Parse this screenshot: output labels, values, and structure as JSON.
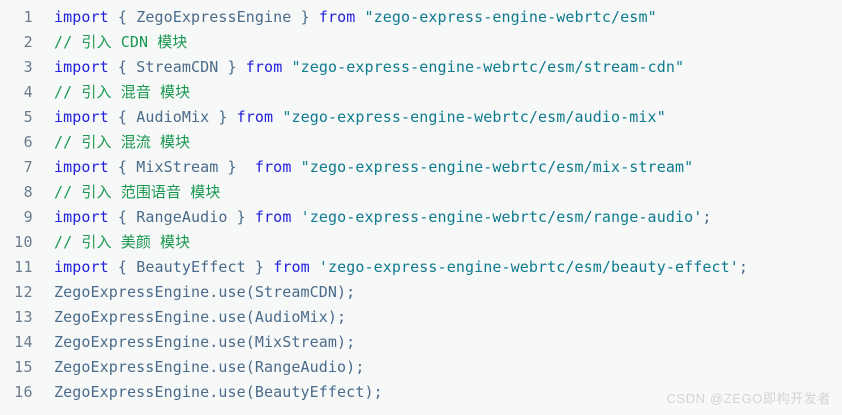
{
  "editor": {
    "background_color": "#f7f8f8",
    "gutter_color": "#6a7b8c",
    "colors": {
      "keyword": "#2222dd",
      "identifier": "#4a6b8a",
      "string": "#0f7b8f",
      "comment": "#1a9850",
      "plain": "#4a6b8a"
    },
    "lines": [
      {
        "number": "1",
        "tokens": [
          {
            "t": "kw",
            "v": "import"
          },
          {
            "t": "punct",
            "v": " { "
          },
          {
            "t": "id",
            "v": "ZegoExpressEngine"
          },
          {
            "t": "punct",
            "v": " } "
          },
          {
            "t": "kw",
            "v": "from"
          },
          {
            "t": "plain",
            "v": " "
          },
          {
            "t": "str",
            "v": "\"zego-express-engine-webrtc/esm\""
          }
        ]
      },
      {
        "number": "2",
        "tokens": [
          {
            "t": "comment",
            "v": "// 引入 CDN 模块"
          }
        ]
      },
      {
        "number": "3",
        "tokens": [
          {
            "t": "kw",
            "v": "import"
          },
          {
            "t": "punct",
            "v": " { "
          },
          {
            "t": "id",
            "v": "StreamCDN"
          },
          {
            "t": "punct",
            "v": " } "
          },
          {
            "t": "kw",
            "v": "from"
          },
          {
            "t": "plain",
            "v": " "
          },
          {
            "t": "str",
            "v": "\"zego-express-engine-webrtc/esm/stream-cdn\""
          }
        ]
      },
      {
        "number": "4",
        "tokens": [
          {
            "t": "comment",
            "v": "// 引入 混音 模块"
          }
        ]
      },
      {
        "number": "5",
        "tokens": [
          {
            "t": "kw",
            "v": "import"
          },
          {
            "t": "punct",
            "v": " { "
          },
          {
            "t": "id",
            "v": "AudioMix"
          },
          {
            "t": "punct",
            "v": " } "
          },
          {
            "t": "kw",
            "v": "from"
          },
          {
            "t": "plain",
            "v": " "
          },
          {
            "t": "str",
            "v": "\"zego-express-engine-webrtc/esm/audio-mix\""
          }
        ]
      },
      {
        "number": "6",
        "tokens": [
          {
            "t": "comment",
            "v": "// 引入 混流 模块"
          }
        ]
      },
      {
        "number": "7",
        "tokens": [
          {
            "t": "kw",
            "v": "import"
          },
          {
            "t": "punct",
            "v": " { "
          },
          {
            "t": "id",
            "v": "MixStream"
          },
          {
            "t": "punct",
            "v": " }  "
          },
          {
            "t": "kw",
            "v": "from"
          },
          {
            "t": "plain",
            "v": " "
          },
          {
            "t": "str",
            "v": "\"zego-express-engine-webrtc/esm/mix-stream\""
          }
        ]
      },
      {
        "number": "8",
        "tokens": [
          {
            "t": "comment",
            "v": "// 引入 范围语音 模块"
          }
        ]
      },
      {
        "number": "9",
        "tokens": [
          {
            "t": "kw",
            "v": "import"
          },
          {
            "t": "punct",
            "v": " { "
          },
          {
            "t": "id",
            "v": "RangeAudio"
          },
          {
            "t": "punct",
            "v": " } "
          },
          {
            "t": "kw",
            "v": "from"
          },
          {
            "t": "plain",
            "v": " "
          },
          {
            "t": "str",
            "v": "'zego-express-engine-webrtc/esm/range-audio'"
          },
          {
            "t": "punct",
            "v": ";"
          }
        ]
      },
      {
        "number": "10",
        "tokens": [
          {
            "t": "comment",
            "v": "// 引入 美颜 模块"
          }
        ]
      },
      {
        "number": "11",
        "tokens": [
          {
            "t": "kw",
            "v": "import"
          },
          {
            "t": "punct",
            "v": " { "
          },
          {
            "t": "id",
            "v": "BeautyEffect"
          },
          {
            "t": "punct",
            "v": " } "
          },
          {
            "t": "kw",
            "v": "from"
          },
          {
            "t": "plain",
            "v": " "
          },
          {
            "t": "str",
            "v": "'zego-express-engine-webrtc/esm/beauty-effect'"
          },
          {
            "t": "punct",
            "v": ";"
          }
        ]
      },
      {
        "number": "12",
        "tokens": [
          {
            "t": "plain",
            "v": "ZegoExpressEngine.use(StreamCDN);"
          }
        ]
      },
      {
        "number": "13",
        "tokens": [
          {
            "t": "plain",
            "v": "ZegoExpressEngine.use(AudioMix);"
          }
        ]
      },
      {
        "number": "14",
        "tokens": [
          {
            "t": "plain",
            "v": "ZegoExpressEngine.use(MixStream);"
          }
        ]
      },
      {
        "number": "15",
        "tokens": [
          {
            "t": "plain",
            "v": "ZegoExpressEngine.use(RangeAudio);"
          }
        ]
      },
      {
        "number": "16",
        "tokens": [
          {
            "t": "plain",
            "v": "ZegoExpressEngine.use(BeautyEffect);"
          }
        ]
      }
    ]
  },
  "watermark": {
    "text": "CSDN @ZEGO即构开发者"
  }
}
